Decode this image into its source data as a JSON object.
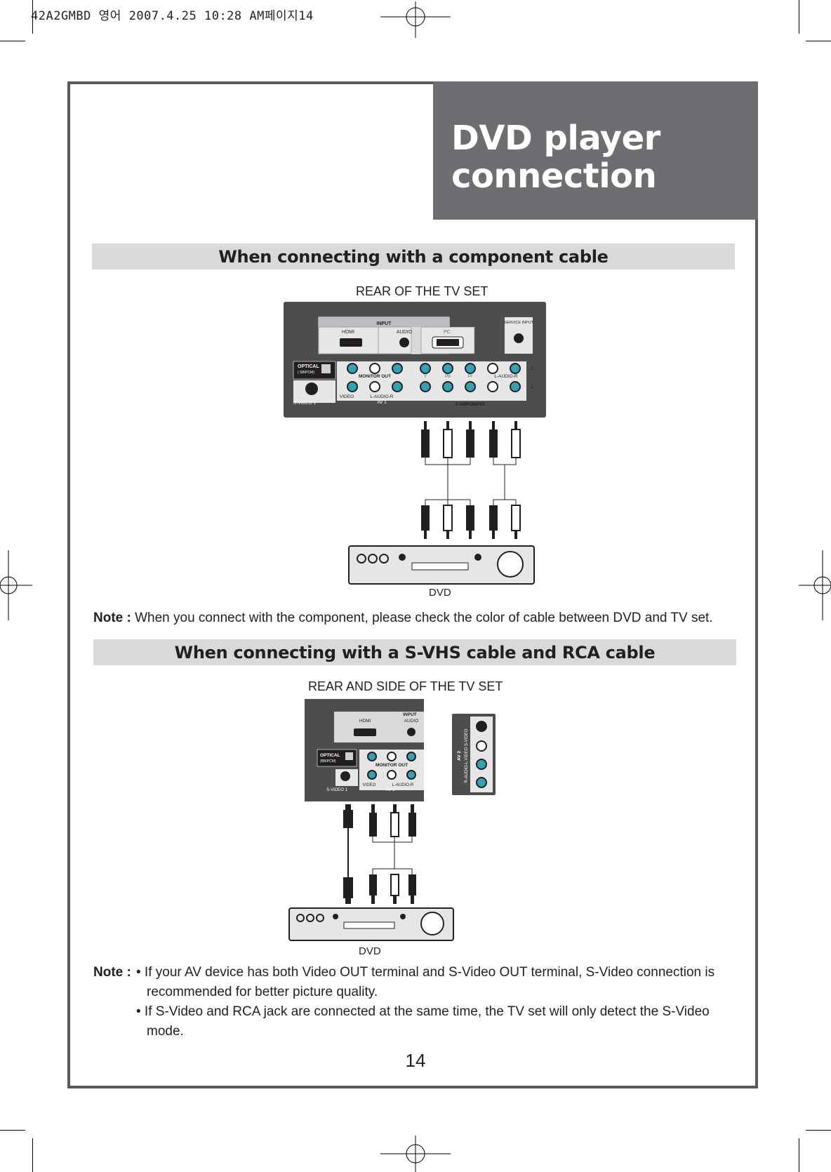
{
  "print_slug": "42A2GMBD 영어 2007.4.25 10:28 AM페이지14",
  "title": {
    "line1": "DVD player",
    "line2": "connection"
  },
  "section1": {
    "heading": "When connecting with a component cable",
    "caption_top": "REAR OF THE TV SET",
    "caption_bottom": "DVD",
    "panel": {
      "input": "INPUT",
      "hdmi": "HDMI",
      "audio": "AUDIO",
      "pc": "PC",
      "service": "SERVICE INPUT",
      "optical": "OPTICAL",
      "optical_sub": "( SB/PCM)",
      "monitor_out": "MONITOR OUT",
      "video": "VIDEO",
      "l_audio_r": "L-AUDIO-R",
      "av1": "AV 1",
      "svideo1": "S-VIDEO 1",
      "y": "Y",
      "pb": "Pb",
      "pr": "Pr",
      "comp_audio": "L-AUDIO-R",
      "component": "COMPONENT",
      "num2": "2",
      "num1": "1"
    },
    "note_label": "Note :",
    "note_text": "When you connect with the component, please check the color of cable between DVD and TV set."
  },
  "section2": {
    "heading": "When connecting with a S-VHS cable and RCA cable",
    "caption_top": "REAR AND SIDE OF THE TV SET",
    "caption_bottom": "DVD",
    "panel": {
      "input": "INPUT",
      "hdmi": "HDMI",
      "audio": "AUDIO",
      "optical": "OPTICAL",
      "optical_sub": "(BB/PCM)",
      "monitor_out": "MONITOR OUT",
      "video": "VIDEO",
      "l_audio_r": "L-AUDIO-R",
      "av1": "AV 1",
      "svideo1": "S-VIDEO 1",
      "side_av2": "AV 2",
      "side_labels": "R-AUDIO-L   VIDEO   S-VIDEO"
    },
    "note_label": "Note :",
    "bullets": [
      "• If your AV device has both Video OUT terminal and S-Video OUT terminal, S-Video connection is",
      "recommended for better picture quality.",
      "• If S-Video and RCA jack are connected at the same time, the TV set will only detect the S-Video",
      "mode."
    ]
  },
  "page_number": "14",
  "colors": {
    "title_bg": "#6d6e71",
    "section_bar": "#d9d9db",
    "frame": "#58595b",
    "panel_bg": "#4d4d4f",
    "panel_light": "#e6e6e6",
    "jack_teal": "#2fa3b5"
  }
}
